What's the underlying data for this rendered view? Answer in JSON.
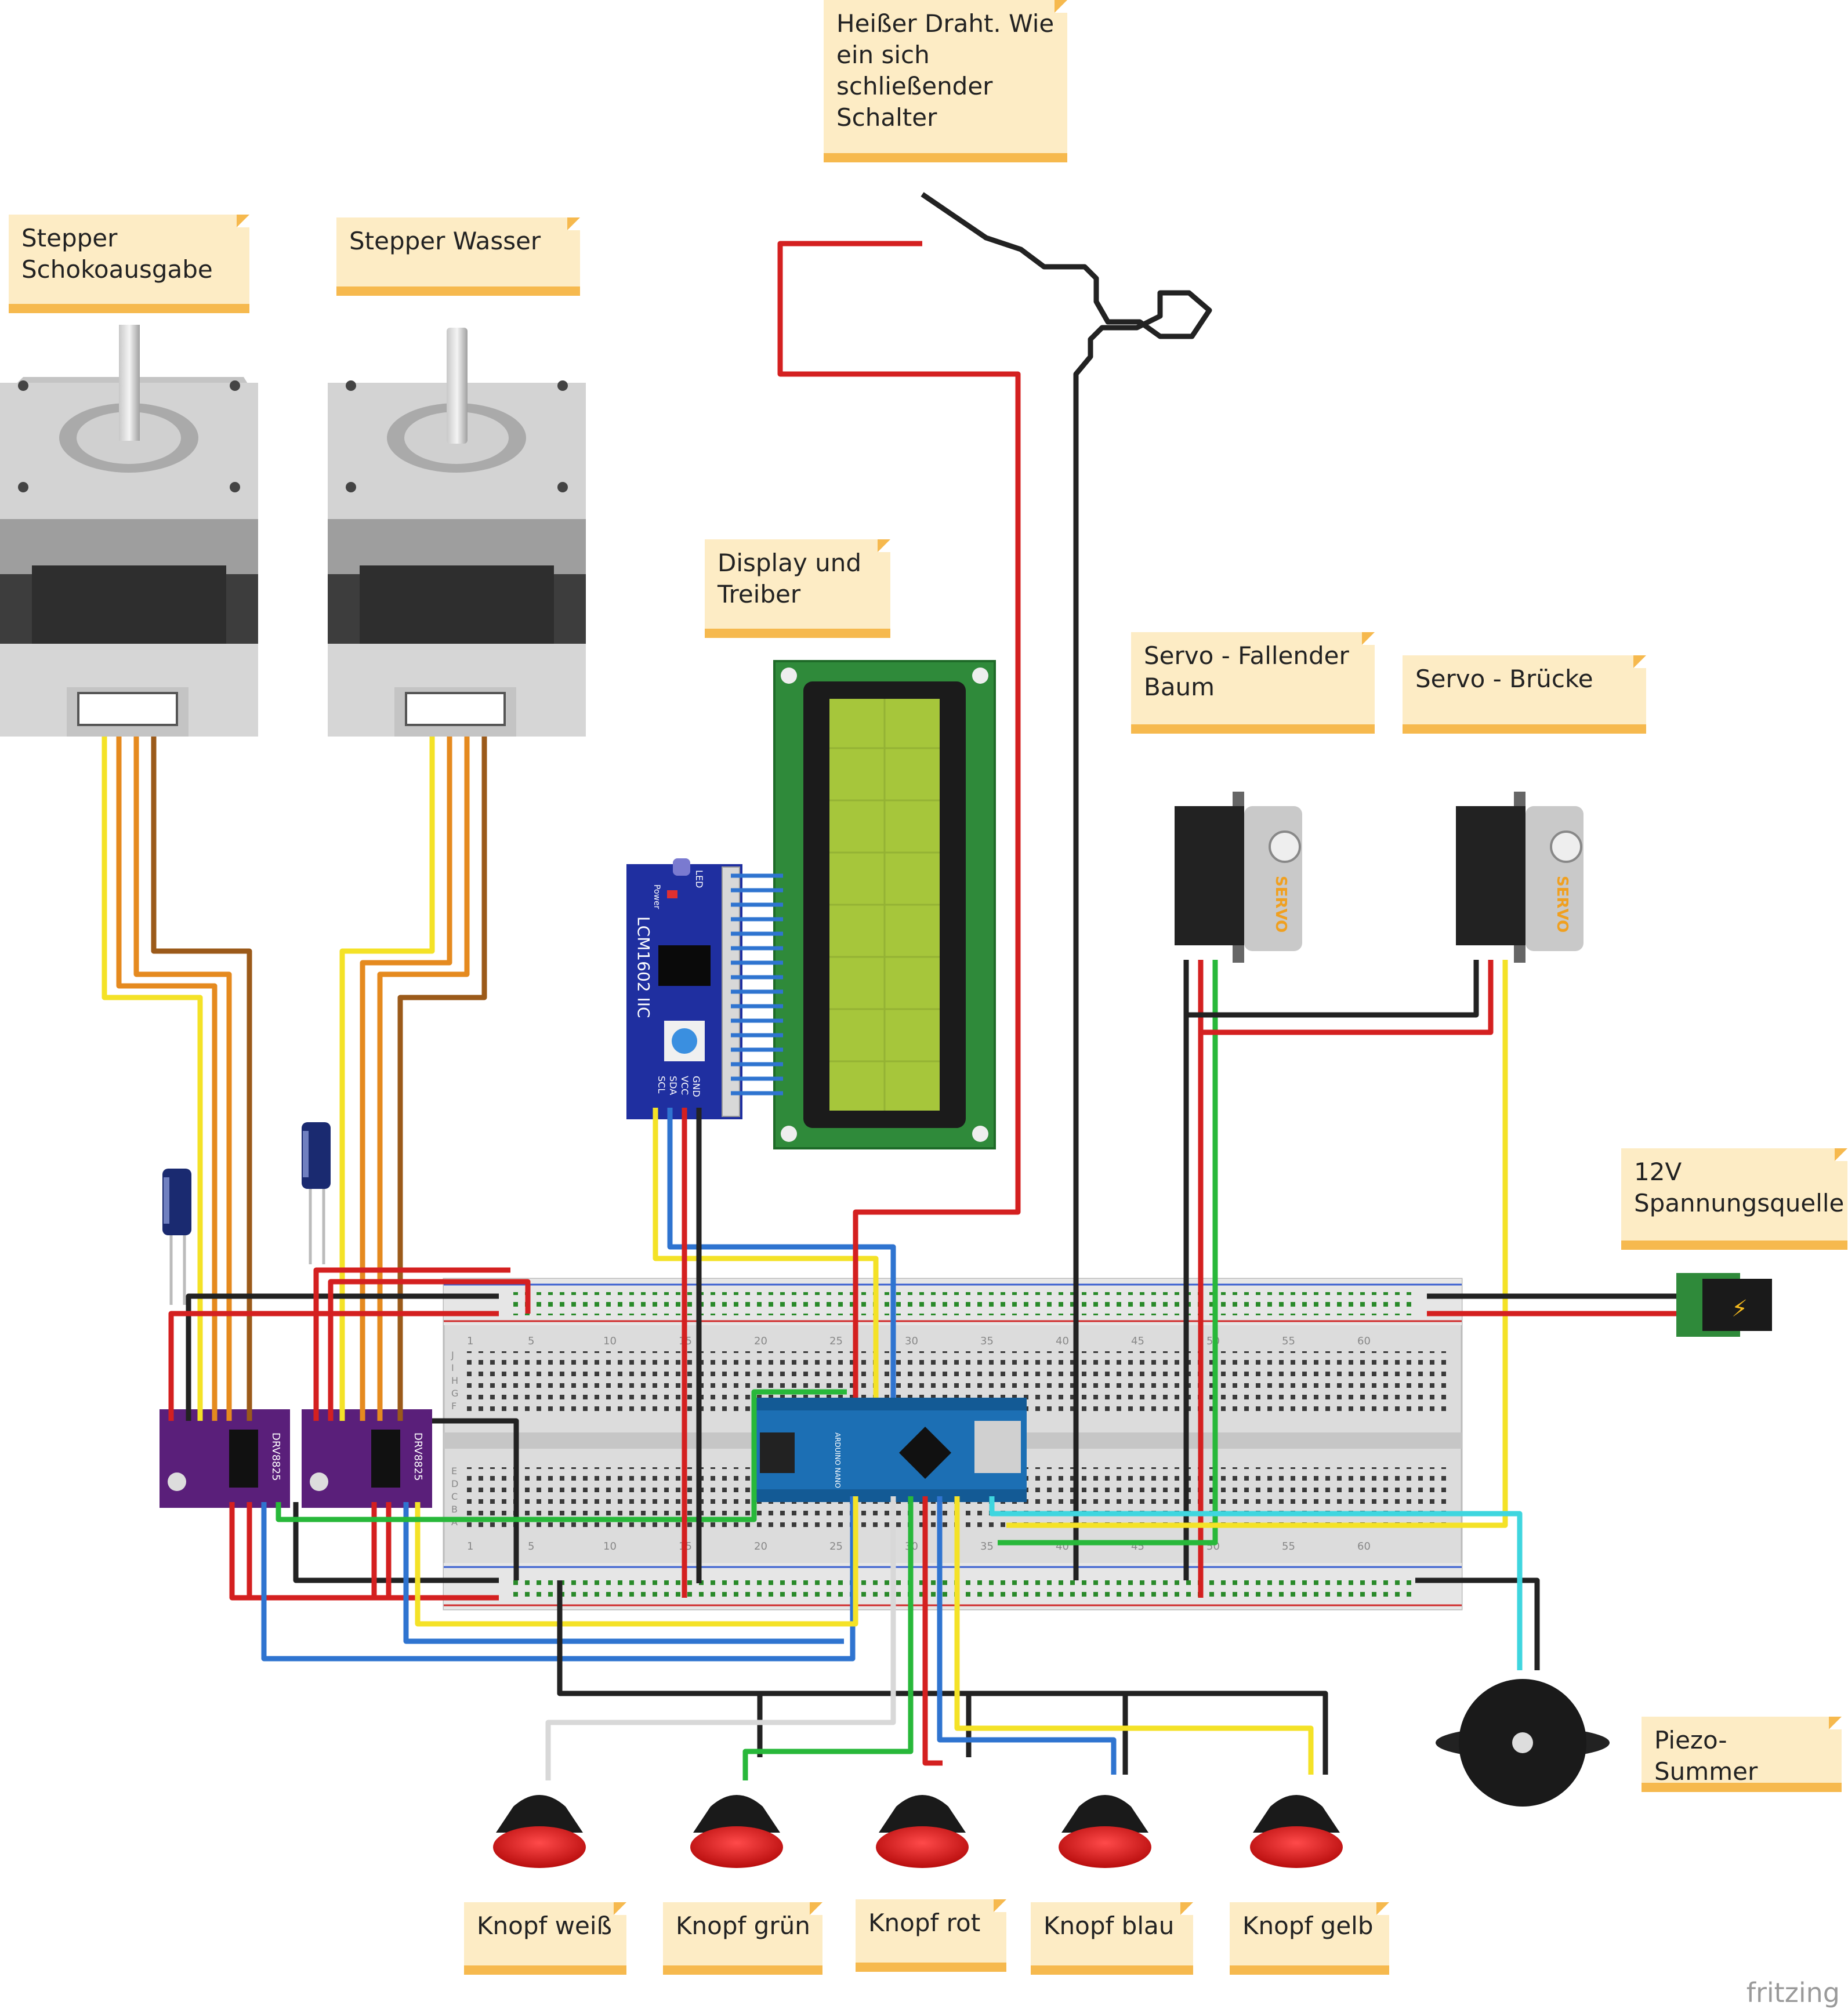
{
  "notes": {
    "heisser_draht": "Heißer Draht. Wie\nein sich\nschließender\nSchalter",
    "stepper_schoko": "Stepper\nSchokoausgabe",
    "stepper_wasser": "Stepper Wasser",
    "display": "Display und\nTreiber",
    "servo_baum": "Servo - Fallender\nBaum",
    "servo_bruecke": "Servo - Brücke",
    "spannung": "12V\nSpannungsquelle",
    "piezo": "Piezo-Summer",
    "knopf_weiss": "Knopf weiß",
    "knopf_gruen": "Knopf grün",
    "knopf_rot": "Knopf rot",
    "knopf_blau": "Knopf blau",
    "knopf_gelb": "Knopf gelb"
  },
  "components": {
    "lcd_driver_label": "LCM1602 IIC",
    "lcd_driver_power": "Power",
    "lcd_driver_led": "LED",
    "lcd_driver_pins": [
      "GND",
      "VCC",
      "SDA",
      "SCL"
    ],
    "servo_label": "SERVO",
    "driver_label": "DRV8825",
    "arduino_label": "ARDUINO NANO",
    "power_symbol": "⚡"
  },
  "breadboard": {
    "numbers": [
      "1",
      "5",
      "10",
      "15",
      "20",
      "25",
      "30",
      "35",
      "40",
      "45",
      "50",
      "55",
      "60"
    ],
    "rows_top": [
      "J",
      "I",
      "H",
      "G",
      "F"
    ],
    "rows_bottom": [
      "E",
      "D",
      "C",
      "B",
      "A"
    ]
  },
  "colors": {
    "red": "#d42020",
    "black": "#222222",
    "yellow": "#f4e227",
    "green": "#28b83a",
    "blue": "#2f74d0",
    "orange": "#e58a1f",
    "brown": "#9b5a1a",
    "cyan": "#3fd6df",
    "white_wire": "#d8d8d8",
    "note_bg": "#fdecc5",
    "note_border": "#f6b94e"
  },
  "logo": "fritzing"
}
